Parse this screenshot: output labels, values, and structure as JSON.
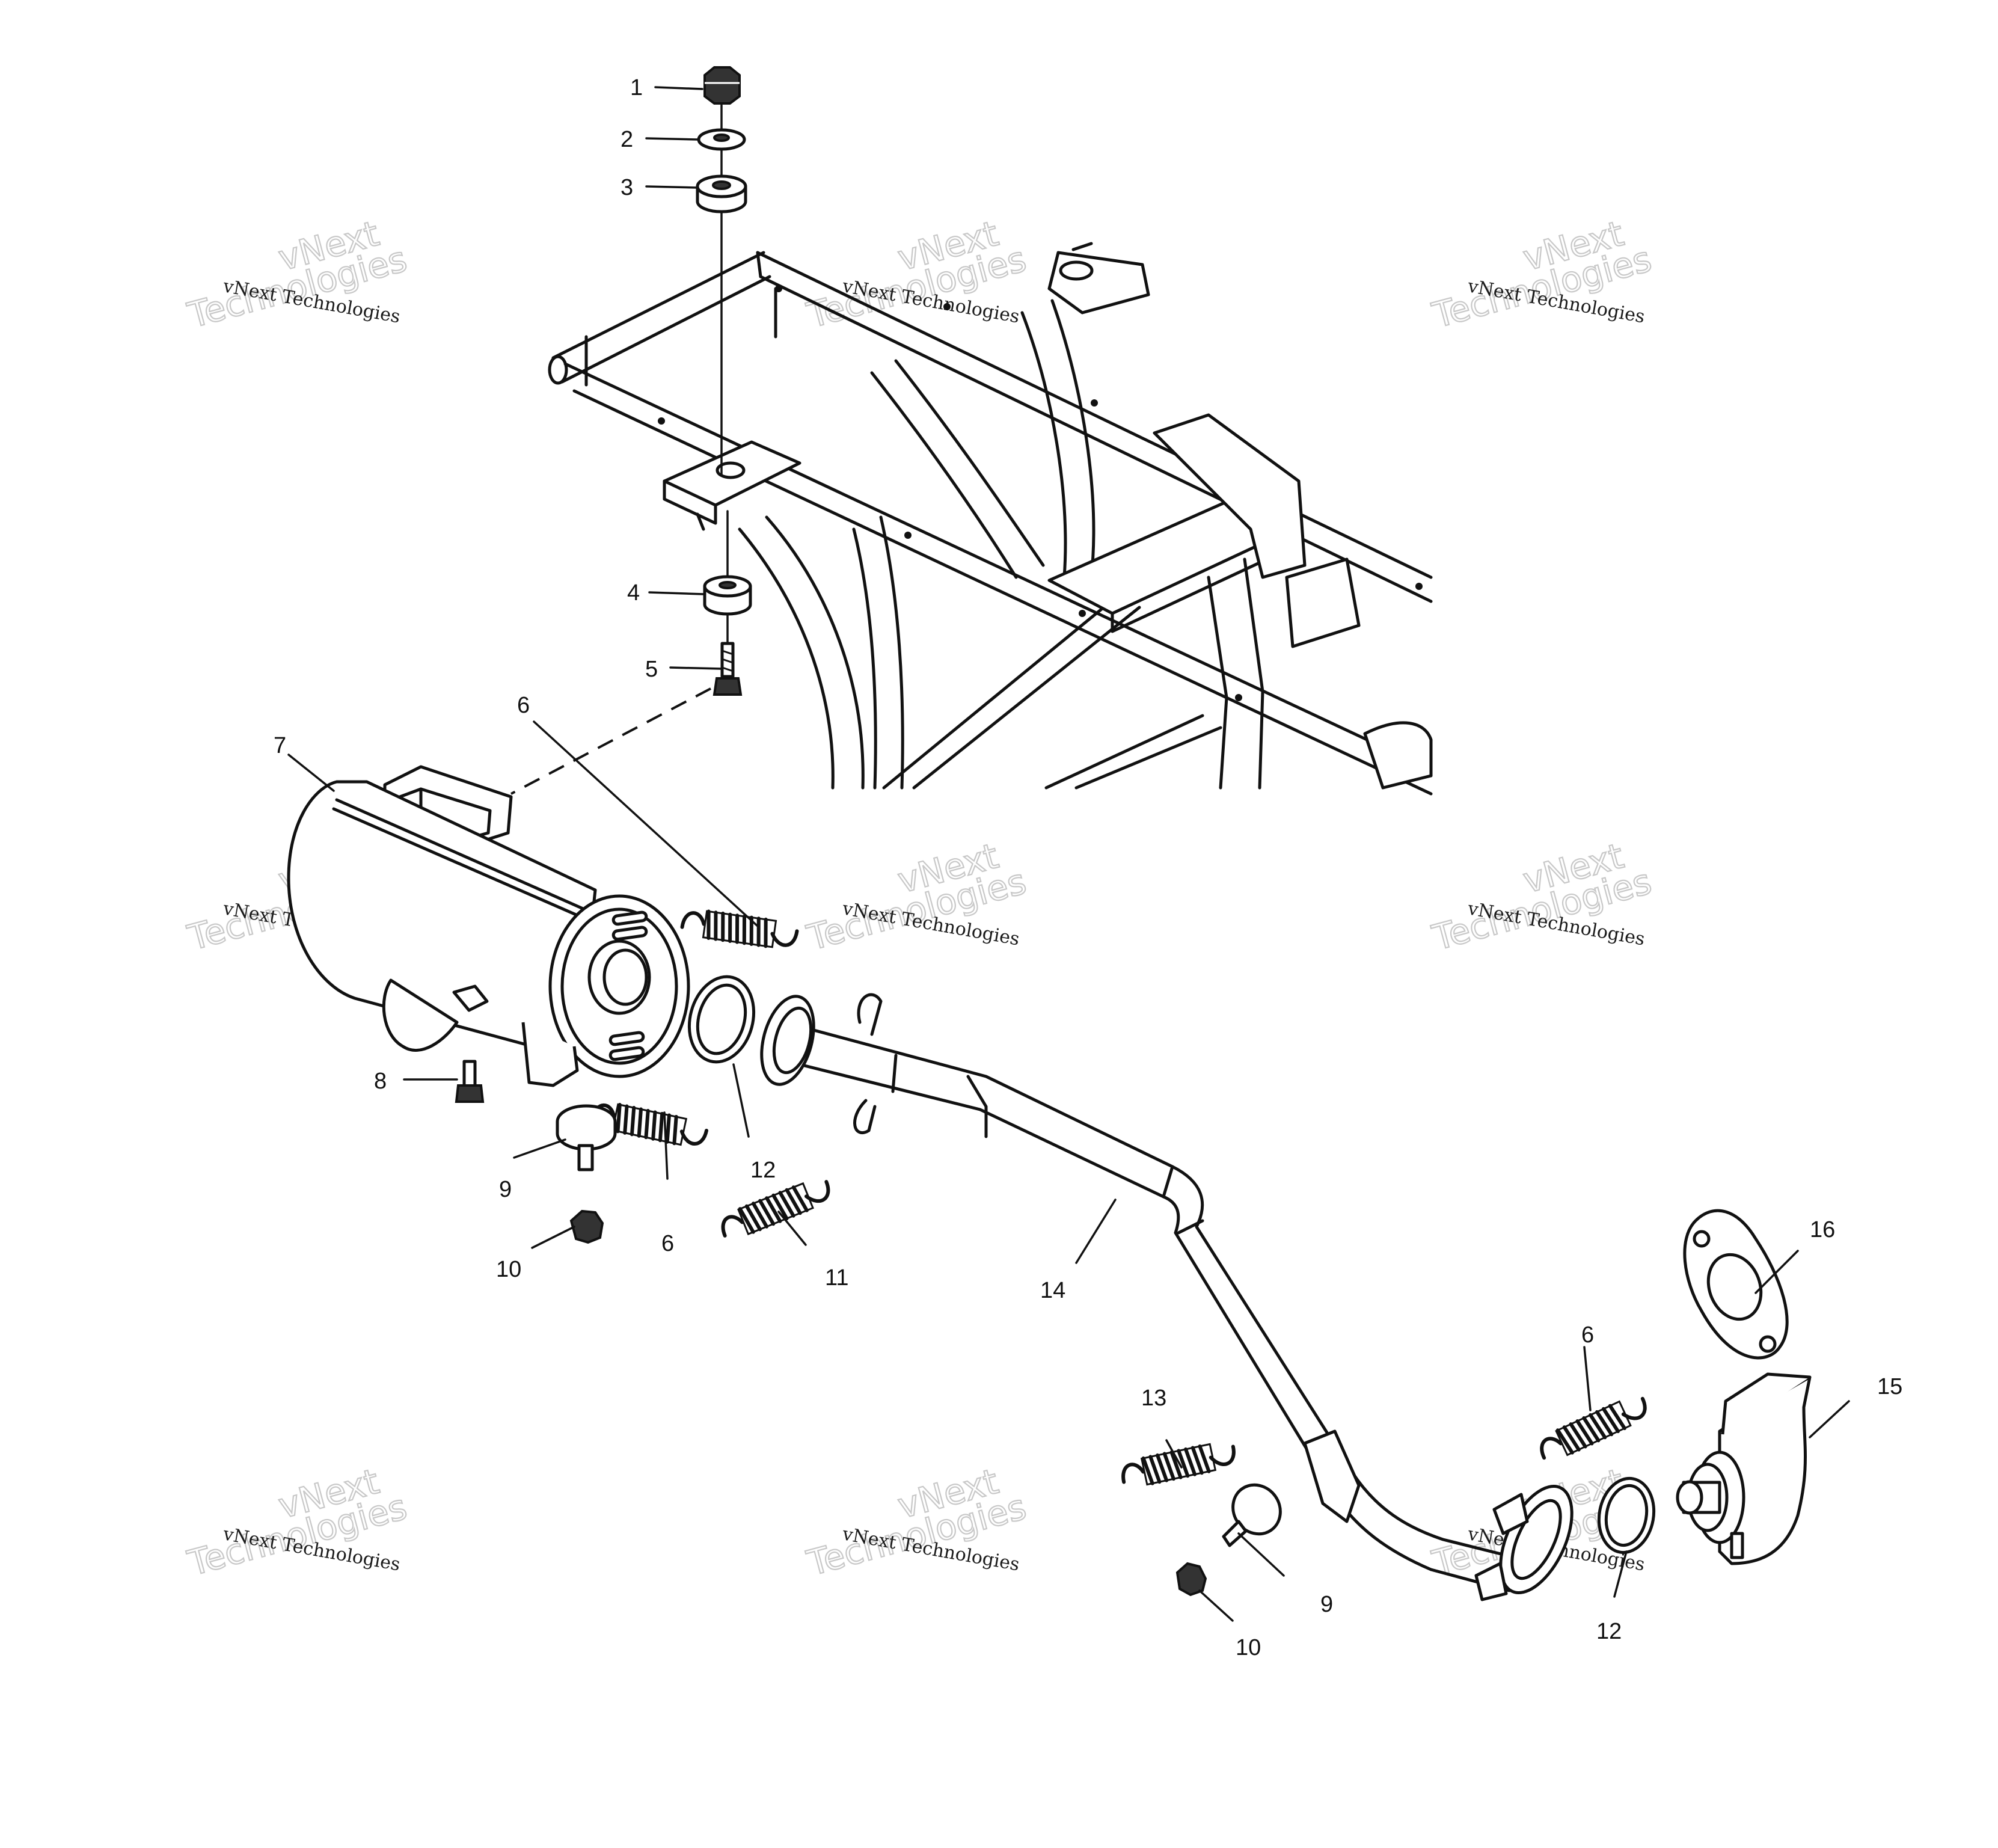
{
  "watermark": {
    "line_a": "vNext Technologies",
    "line_b": "vNext",
    "line_c": "Technologies"
  },
  "callouts": [
    "1",
    "2",
    "3",
    "4",
    "5",
    "6",
    "7",
    "8",
    "9",
    "10",
    "11",
    "12",
    "13",
    "14",
    "15",
    "16"
  ]
}
